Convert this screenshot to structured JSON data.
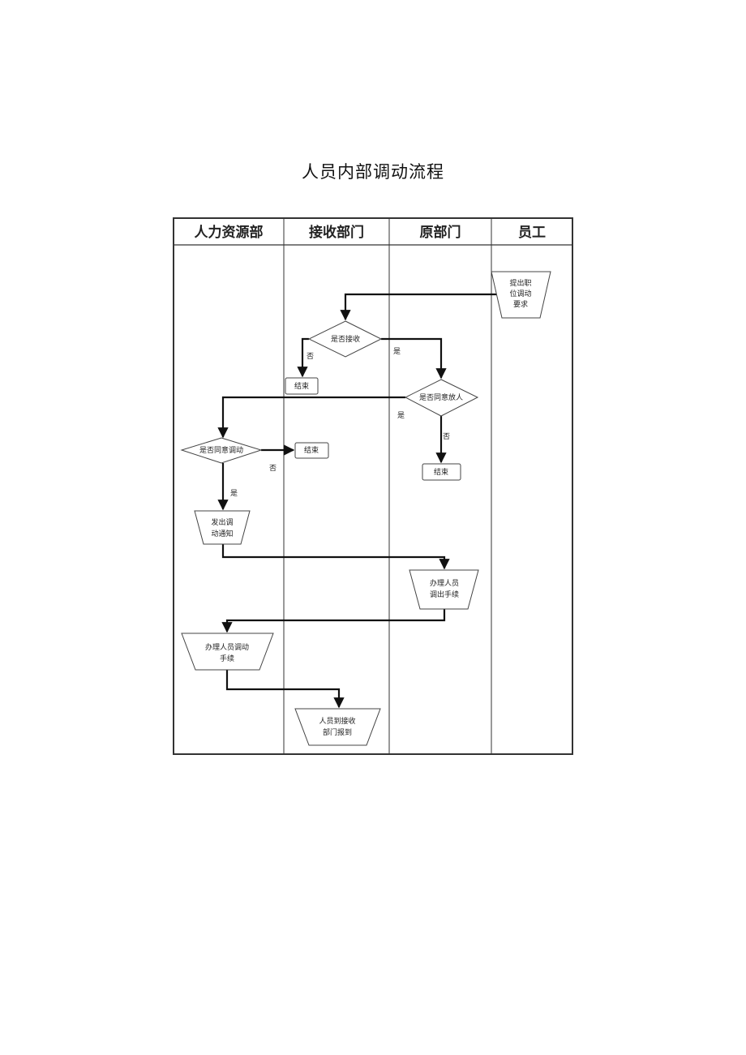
{
  "title": "人员内部调动流程",
  "lanes": [
    "人力资源部",
    "接收部门",
    "原部门",
    "员工"
  ],
  "nodes": {
    "employee_request": [
      "提出职",
      "位调动",
      "要求"
    ],
    "decision_accept": "是否接收",
    "end_receiving": "结束",
    "decision_orig_agree": "是否同意放人",
    "end_original": "结束",
    "decision_hr_agree": "是否同意调动",
    "end_hr": "结束",
    "issue_notice": [
      "发出调",
      "动通知"
    ],
    "transfer_out": [
      "办理人员",
      "调出手续"
    ],
    "hr_transfer": [
      "办理人员调动",
      "手续"
    ],
    "report": [
      "人员到接收",
      "部门报到"
    ]
  },
  "branch_labels": {
    "accept_no": "否",
    "accept_yes": "是",
    "orig_yes": "是",
    "orig_no": "否",
    "hr_no": "否",
    "hr_yes": "是"
  }
}
